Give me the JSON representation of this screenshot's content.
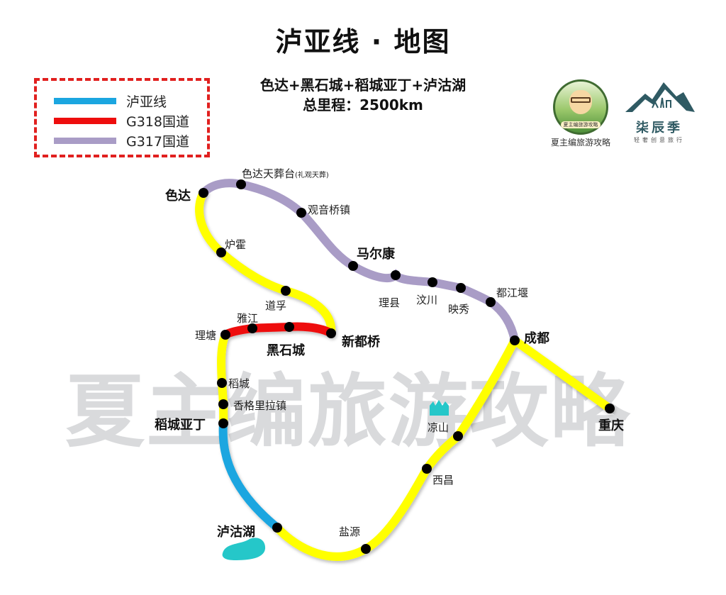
{
  "header": {
    "title": "泸亚线 · 地图",
    "route_summary": "色达+黑石城+稻城亚丁+泸沽湖",
    "total_distance": "总里程：2500km"
  },
  "legend": {
    "border_color": "#e1201f",
    "items": [
      {
        "label": "泸亚线",
        "color": "#1ba6e0"
      },
      {
        "label": "G318国道",
        "color": "#ee0d0d"
      },
      {
        "label": "G317国道",
        "color": "#a99cc6"
      }
    ]
  },
  "logos": {
    "left": {
      "band_text": "夏主编旅游攻略",
      "caption": "夏主编旅游攻略"
    },
    "right": {
      "name": "柒辰季",
      "tagline": "轻奢创意旅行"
    }
  },
  "watermark": "夏主编旅游攻略",
  "colors": {
    "yellow_route": "#ffff00",
    "lake": "#25c7c9",
    "mountain": "#25c7c9",
    "stop_dot": "#000000"
  },
  "stops": {
    "seda": "色达",
    "seda_burial": "色达天葬台",
    "seda_burial_note": "(礼观天葬)",
    "guanyinqiao": "观音桥镇",
    "luhuo": "炉霍",
    "maerkang": "马尔康",
    "lixian": "理县",
    "wenchuan": "汶川",
    "yingxiu": "映秀",
    "dujiangyan": "都江堰",
    "chengdu": "成都",
    "chongqing": "重庆",
    "daofu": "道孚",
    "yajiang": "雅江",
    "litang": "理塘",
    "heishicheng": "黑石城",
    "xinduqiao": "新都桥",
    "daocheng": "稻城",
    "shangrila_town": "香格里拉镇",
    "daocheng_yading": "稻城亚丁",
    "lugu_lake": "泸沽湖",
    "yanyuan": "盐源",
    "xichang": "西昌",
    "liangshan": "凉山"
  }
}
